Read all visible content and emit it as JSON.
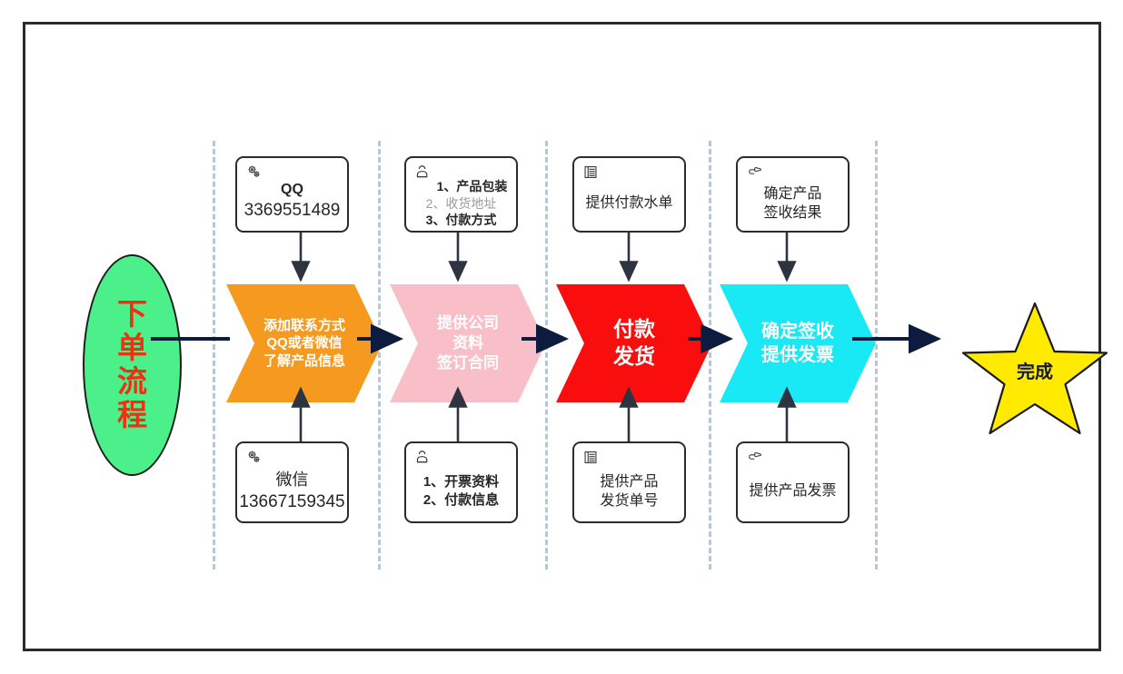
{
  "diagram": {
    "title": "下单流程",
    "start_node": {
      "label_chars": [
        "下",
        "单",
        "流",
        "程"
      ],
      "label": "下单流程",
      "shape": "ellipse",
      "fill": "#4cf08a",
      "text_color": "#ee3111"
    },
    "end_node": {
      "label": "完成",
      "shape": "star",
      "fill": "#ffea00",
      "text_color": "#111a36"
    },
    "stages": [
      {
        "id": "stage-1",
        "chevron": {
          "lines": [
            "添加联系方式",
            "QQ或者微信",
            "了解产品信息"
          ],
          "fill": "#f59a1e",
          "text_color": "#ffffff"
        },
        "top_note": {
          "icon": "gears-icon",
          "lines": [
            {
              "text": "QQ",
              "style": "bold"
            },
            {
              "text": "3369551489",
              "style": "normal"
            }
          ]
        },
        "bottom_note": {
          "icon": "gears-icon",
          "lines": [
            {
              "text": "微信",
              "style": "normal"
            },
            {
              "text": "13667159345",
              "style": "normal"
            }
          ]
        }
      },
      {
        "id": "stage-2",
        "chevron": {
          "lines": [
            "提供公司",
            "资料",
            "签订合同"
          ],
          "fill": "#f9bfc9",
          "text_color": "#ffffff"
        },
        "top_note": {
          "icon": "person-icon",
          "lines": [
            {
              "text": "1、产品包装",
              "style": "bold"
            },
            {
              "text": "2、收货地址",
              "style": "muted"
            },
            {
              "text": "3、付款方式",
              "style": "bold"
            }
          ]
        },
        "bottom_note": {
          "icon": "person-icon",
          "lines": [
            {
              "text": "1、开票资料",
              "style": "bold"
            },
            {
              "text": "2、付款信息",
              "style": "bold"
            }
          ]
        }
      },
      {
        "id": "stage-3",
        "chevron": {
          "lines": [
            "付款",
            "发货"
          ],
          "fill": "#fa0d0d",
          "text_color": "#ffffff"
        },
        "top_note": {
          "icon": "list-document-icon",
          "lines": [
            {
              "text": "提供付款水单",
              "style": "normal"
            }
          ]
        },
        "bottom_note": {
          "icon": "list-document-icon",
          "lines": [
            {
              "text": "提供产品",
              "style": "normal"
            },
            {
              "text": "发货单号",
              "style": "normal"
            }
          ]
        }
      },
      {
        "id": "stage-4",
        "chevron": {
          "lines": [
            "确定签收",
            "提供发票"
          ],
          "fill": "#19e8f5",
          "text_color": "#ffffff"
        },
        "top_note": {
          "icon": "pointing-hand-icon",
          "lines": [
            {
              "text": "确定产品",
              "style": "normal"
            },
            {
              "text": "签收结果",
              "style": "normal"
            }
          ]
        },
        "bottom_note": {
          "icon": "pointing-hand-icon",
          "lines": [
            {
              "text": "提供产品发票",
              "style": "normal"
            }
          ]
        }
      }
    ],
    "colors": {
      "connector": "#0d1b3e",
      "divider": "#b9c6d6",
      "border": "#2b2b2b",
      "note_text": "#262626",
      "note_text_muted": "#9b9b9b"
    }
  }
}
